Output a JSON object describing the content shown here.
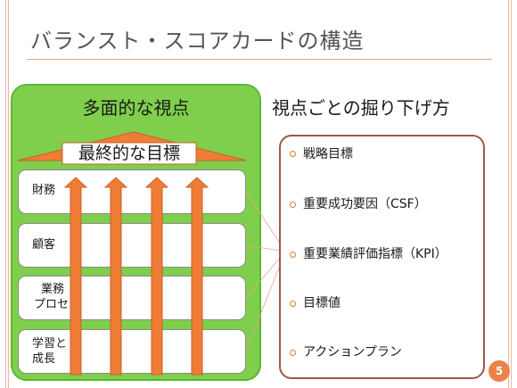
{
  "slide": {
    "title": "バランスト・スコアカードの構造",
    "page_number": "5"
  },
  "left_panel": {
    "title": "多面的な視点",
    "goal": "最終的な目標",
    "perspectives": [
      {
        "lines": [
          "財務"
        ]
      },
      {
        "lines": [
          "顧客"
        ]
      },
      {
        "lines": [
          "業務",
          "プロセス"
        ]
      },
      {
        "lines": [
          "学習と",
          "成長"
        ]
      }
    ]
  },
  "right_panel": {
    "heading": "視点ごとの掘り下げ方",
    "flow": [
      "戦略目標",
      "重要成功要因（CSF）",
      "重要業績評価指標（KPI）",
      "目標値",
      "アクションプラン"
    ]
  },
  "colors": {
    "accent": "#e07a2e",
    "panel_green": "#7fcf4d",
    "border_brown": "#9a5a48"
  }
}
